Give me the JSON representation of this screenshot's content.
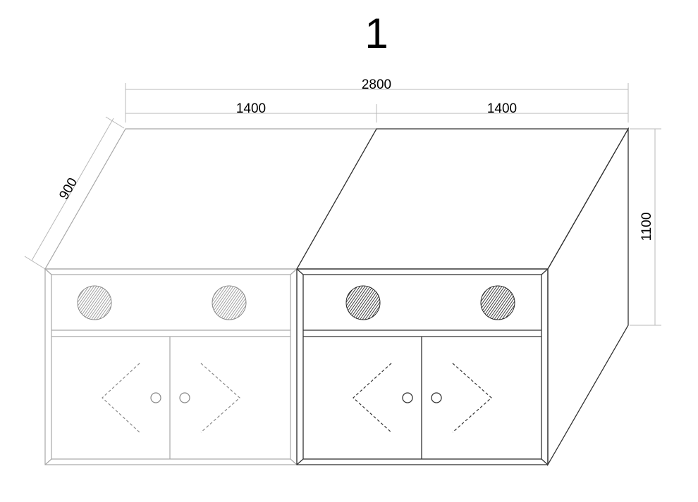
{
  "figure": {
    "number": "1"
  },
  "dimensions": {
    "total_width": "2800",
    "left_width": "1400",
    "right_width": "1400",
    "depth": "900",
    "height": "1100"
  },
  "colors": {
    "light_unit_stroke": "#a8a8a8",
    "dark_unit_stroke": "#333333",
    "light_handle_fill": "#8a8a8a",
    "dark_handle_fill": "#2a2a2a"
  },
  "icons": {
    "drawer_handle": "round-knurled-handle",
    "door_knob": "round-knob",
    "door_swing": "dashed-hinge-arrow"
  }
}
